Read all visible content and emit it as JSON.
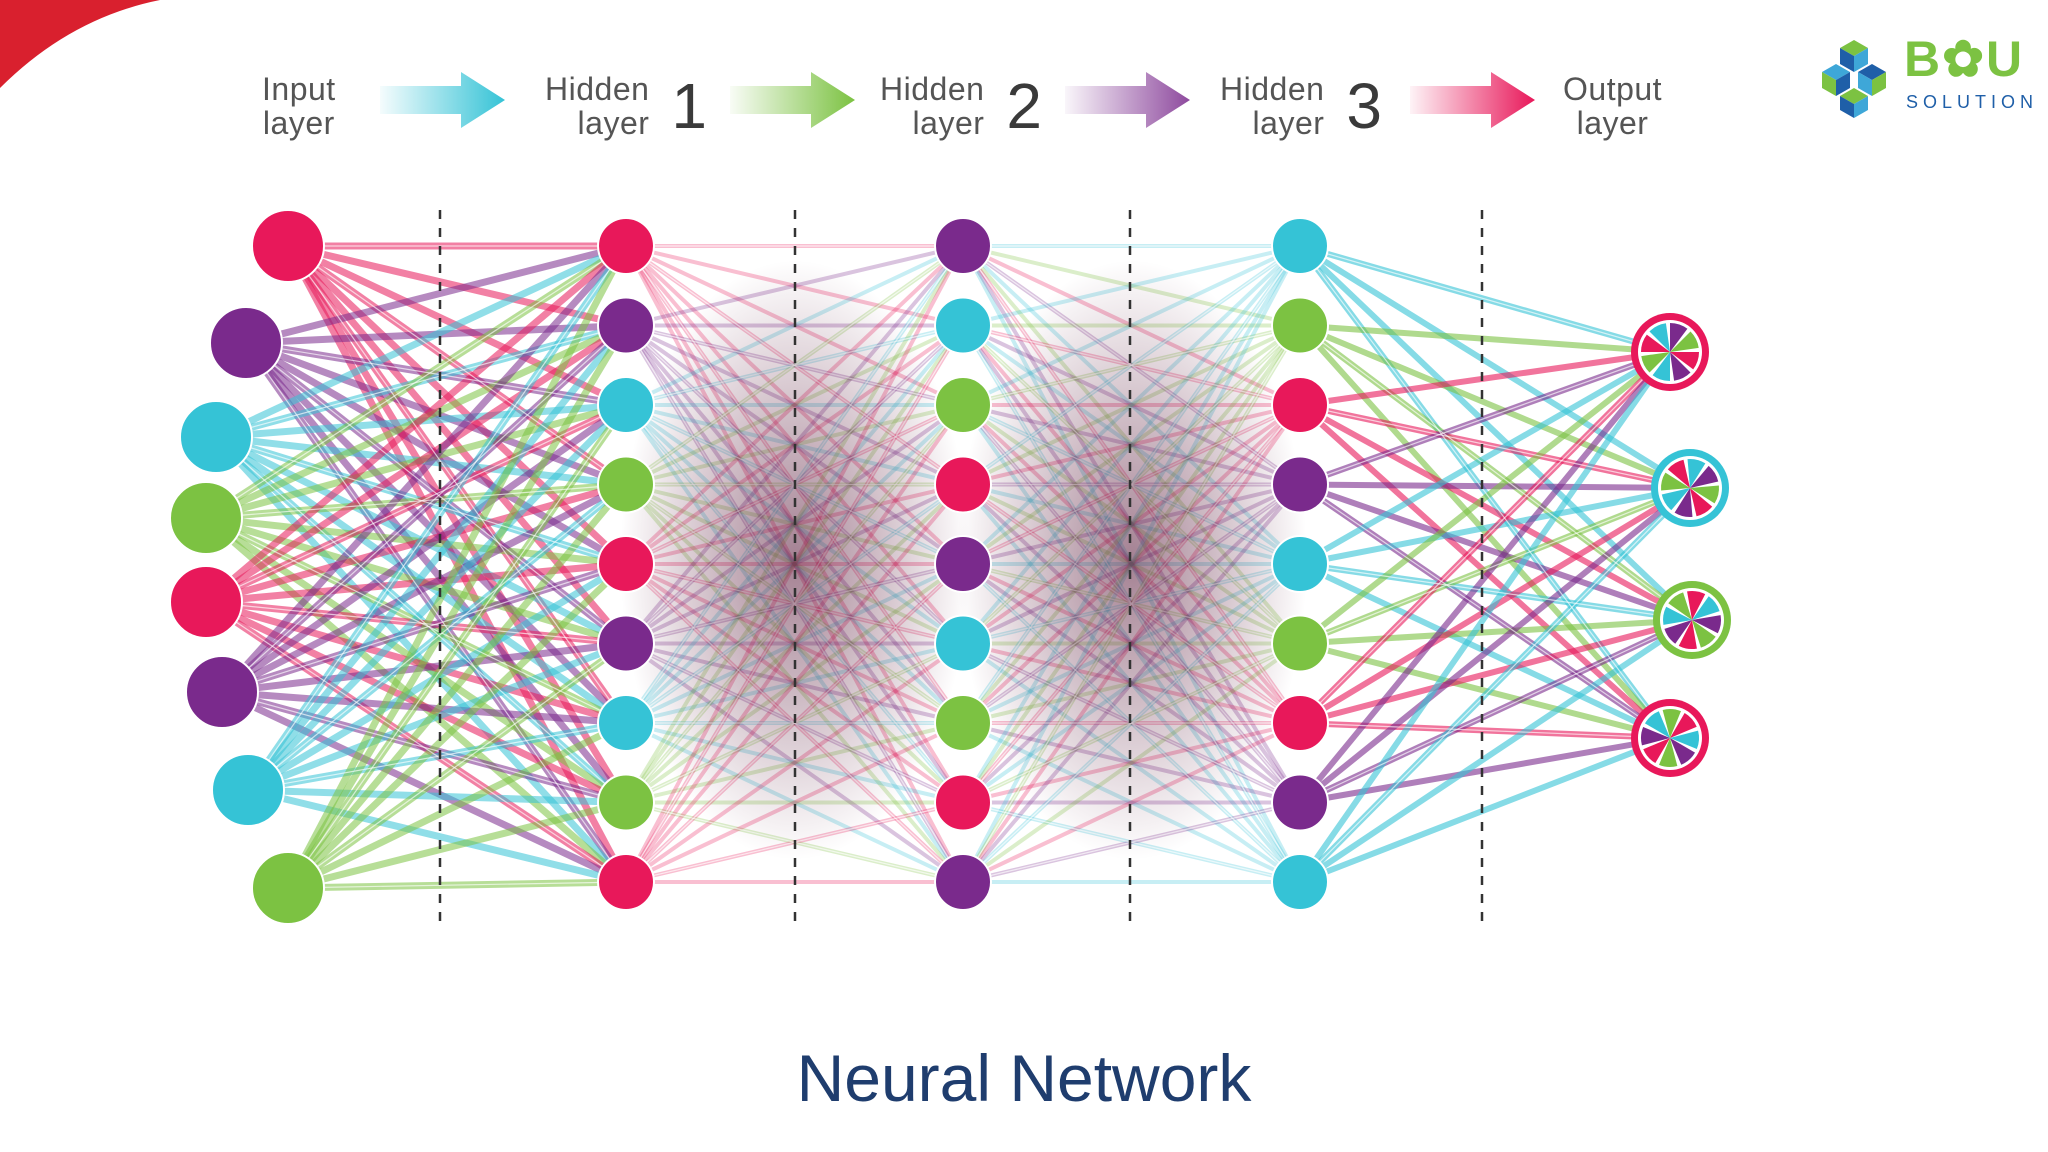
{
  "slide": {
    "title": "Neural Network",
    "accent_color": "#d9202e",
    "title_color": "#1f3d6e"
  },
  "logo": {
    "wordmark": "B✿U",
    "tagline": "SOLUTION",
    "colors": {
      "green": "#7cc242",
      "blue": "#1f5fa8"
    }
  },
  "diagram": {
    "layers": [
      {
        "text": "Input\nlayer",
        "number": "",
        "nodes": [
          "red",
          "purple",
          "cyan",
          "green",
          "red",
          "purple",
          "cyan",
          "green"
        ]
      },
      {
        "text": "Hidden\nlayer",
        "number": "1",
        "nodes": [
          "red",
          "purple",
          "cyan",
          "green",
          "red",
          "purple",
          "cyan",
          "green",
          "red"
        ]
      },
      {
        "text": "Hidden\nlayer",
        "number": "2",
        "nodes": [
          "purple",
          "cyan",
          "green",
          "red",
          "purple",
          "cyan",
          "green",
          "red",
          "purple"
        ]
      },
      {
        "text": "Hidden\nlayer",
        "number": "3",
        "nodes": [
          "cyan",
          "green",
          "red",
          "purple",
          "cyan",
          "green",
          "red",
          "purple",
          "cyan"
        ]
      },
      {
        "text": "Output\nlayer",
        "number": "",
        "nodes": [
          "red",
          "cyan",
          "green",
          "red"
        ]
      }
    ],
    "colors": {
      "red": "#e8185a",
      "purple": "#7a2a8c",
      "cyan": "#35c3d6",
      "green": "#7cc242"
    },
    "arrow_colors": [
      "#35c3d6",
      "#7cc242",
      "#8e4a9e",
      "#e8185a"
    ]
  }
}
